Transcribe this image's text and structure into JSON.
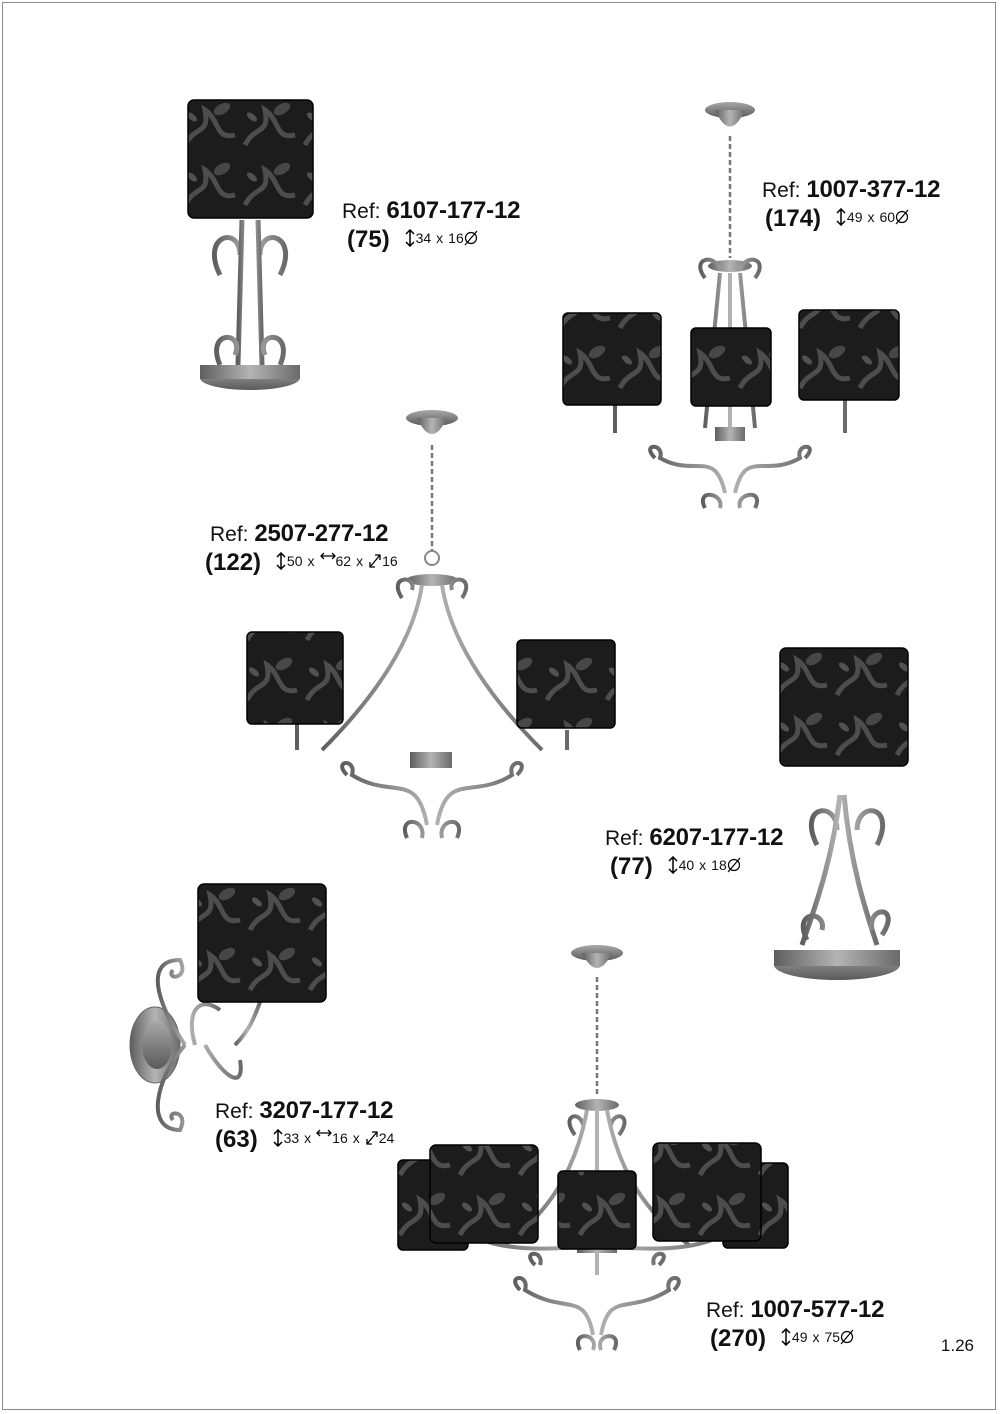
{
  "page_number": "1.26",
  "products": [
    {
      "ref_prefix": "Ref:",
      "ref": "6107-177-12",
      "price": "(75)",
      "height": "34",
      "sep1": "x",
      "second": "16",
      "second_kind": "diameter"
    },
    {
      "ref_prefix": "Ref:",
      "ref": "1007-377-12",
      "price": "(174)",
      "height": "49",
      "sep1": "x",
      "second": "60",
      "second_kind": "diameter"
    },
    {
      "ref_prefix": "Ref:",
      "ref": "2507-277-12",
      "price": "(122)",
      "height": "50",
      "sep1": "x",
      "second": "62",
      "sep2": "x",
      "third": "16"
    },
    {
      "ref_prefix": "Ref:",
      "ref": "6207-177-12",
      "price": "(77)",
      "height": "40",
      "sep1": "x",
      "second": "18",
      "second_kind": "diameter"
    },
    {
      "ref_prefix": "Ref:",
      "ref": "3207-177-12",
      "price": "(63)",
      "height": "33",
      "sep1": "x",
      "second": "16",
      "sep2": "x",
      "third": "24"
    },
    {
      "ref_prefix": "Ref:",
      "ref": "1007-577-12",
      "price": "(270)",
      "height": "49",
      "sep1": "x",
      "second": "75",
      "second_kind": "diameter"
    }
  ],
  "colors": {
    "shade": "#1e1e1e",
    "pattern": "#5a5a5a",
    "metal": "#8f8f8f",
    "metal_dark": "#5c5c5c"
  },
  "icons": [
    "height-arrow-icon",
    "width-arrow-icon",
    "depth-arrow-icon",
    "diameter-icon"
  ]
}
